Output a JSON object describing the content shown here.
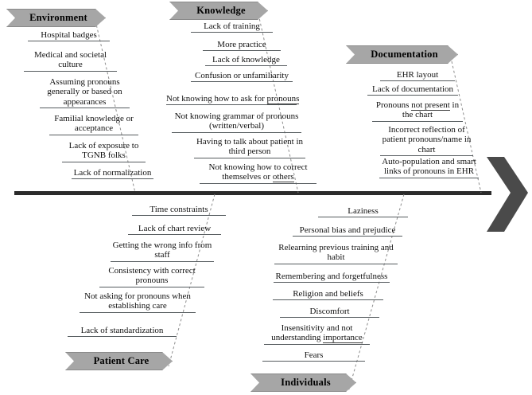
{
  "diagram": {
    "type": "fishbone",
    "title": "",
    "spine_color": "#2b2b2b",
    "banner_color": "#a6a6a6",
    "rib_style": "dashed",
    "underline_color": "#555b5e"
  },
  "categories": [
    {
      "id": "environment",
      "label": "Environment",
      "position": "top-left",
      "causes": [
        {
          "text": "Hospital badges"
        },
        {
          "text": "Medical and societal culture"
        },
        {
          "text": "Assuming pronouns generally or based on appearances"
        },
        {
          "text": "Familial knowledge or acceptance"
        },
        {
          "text": "Lack of exposure to TGNB folks"
        },
        {
          "text": "Lack of normalization"
        }
      ]
    },
    {
      "id": "knowledge",
      "label": "Knowledge",
      "position": "top-center",
      "causes": [
        {
          "text": "Lack of training"
        },
        {
          "text": "More practice"
        },
        {
          "text": "Lack of knowledge"
        },
        {
          "text": "Confusion or unfamiliarity"
        },
        {
          "text": "Not knowing how to ask for pronouns",
          "spellcheck": "pronouns"
        },
        {
          "text": "Not knowing grammar of pronouns (written/verbal)"
        },
        {
          "text": "Having to talk about patient in third person"
        },
        {
          "text": "Not knowing how to correct themselves or others",
          "spellcheck": "others"
        }
      ]
    },
    {
      "id": "documentation",
      "label": "Documentation",
      "position": "top-right",
      "causes": [
        {
          "text": "EHR layout"
        },
        {
          "text": "Lack of documentation"
        },
        {
          "text": "Pronouns not present in the chart",
          "spellcheck": "not present"
        },
        {
          "text": "Incorrect reflection of patient pronouns/name in chart"
        },
        {
          "text": "Auto-population and smart links of pronouns in EHR"
        }
      ]
    },
    {
      "id": "patient-care",
      "label": "Patient Care",
      "position": "bottom-left",
      "causes": [
        {
          "text": "Time constraints"
        },
        {
          "text": "Lack of chart review"
        },
        {
          "text": "Getting the wrong info from staff"
        },
        {
          "text": "Consistency with correct pronouns"
        },
        {
          "text": "Not asking for pronouns when establishing care"
        },
        {
          "text": "Lack of standardization"
        }
      ]
    },
    {
      "id": "individuals",
      "label": "Individuals",
      "position": "bottom-right",
      "causes": [
        {
          "text": "Laziness"
        },
        {
          "text": "Personal bias and prejudice"
        },
        {
          "text": "Relearning previous training and habit"
        },
        {
          "text": "Remembering and forgetfulness"
        },
        {
          "text": "Religion and beliefs"
        },
        {
          "text": "Discomfort"
        },
        {
          "text": "Insensitivity and not understanding importance",
          "spellcheck": "importance"
        },
        {
          "text": "Fears"
        }
      ]
    }
  ]
}
